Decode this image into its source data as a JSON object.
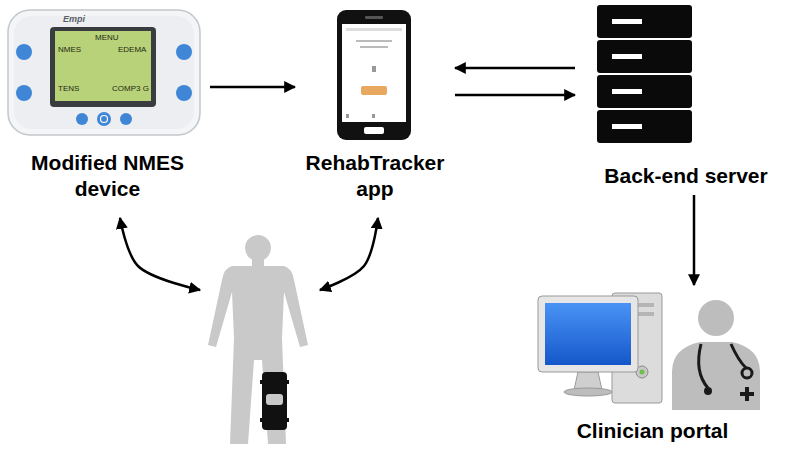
{
  "diagram": {
    "nodes": [
      {
        "text": [
          "Modified NMES device"
        ]
      },
      {
        "text": [
          "RehabTracker app"
        ]
      },
      {
        "text": [
          "Back-end server"
        ]
      },
      {
        "text": []
      },
      {
        "text": [
          "Clinician portal"
        ]
      }
    ],
    "edges": [
      {
        "from": 0,
        "to": 1,
        "arrow": "to"
      },
      {
        "from": 2,
        "to": 1,
        "arrow": "to"
      },
      {
        "from": 1,
        "to": 2,
        "arrow": "to"
      },
      {
        "from": 2,
        "to": 4,
        "arrow": "to"
      },
      {
        "from": 0,
        "to": 3,
        "arrow": "both"
      },
      {
        "from": 1,
        "to": 3,
        "arrow": "both"
      }
    ],
    "labels": [
      "Empi",
      "MENU",
      "NMES",
      "EDEMA",
      "TENS",
      "COMP3 G"
    ]
  }
}
